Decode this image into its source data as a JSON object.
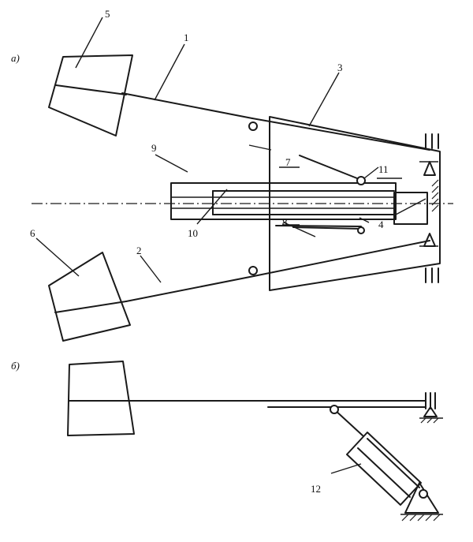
{
  "figure": {
    "part_a_label": "a)",
    "part_b_label": "б)",
    "labels": {
      "n1": "1",
      "n2": "2",
      "n3": "3",
      "n4": "4",
      "n5": "5",
      "n6": "6",
      "n7": "7",
      "n8": "8",
      "n9": "9",
      "n10": "10",
      "n11": "11",
      "n12": "12"
    }
  }
}
